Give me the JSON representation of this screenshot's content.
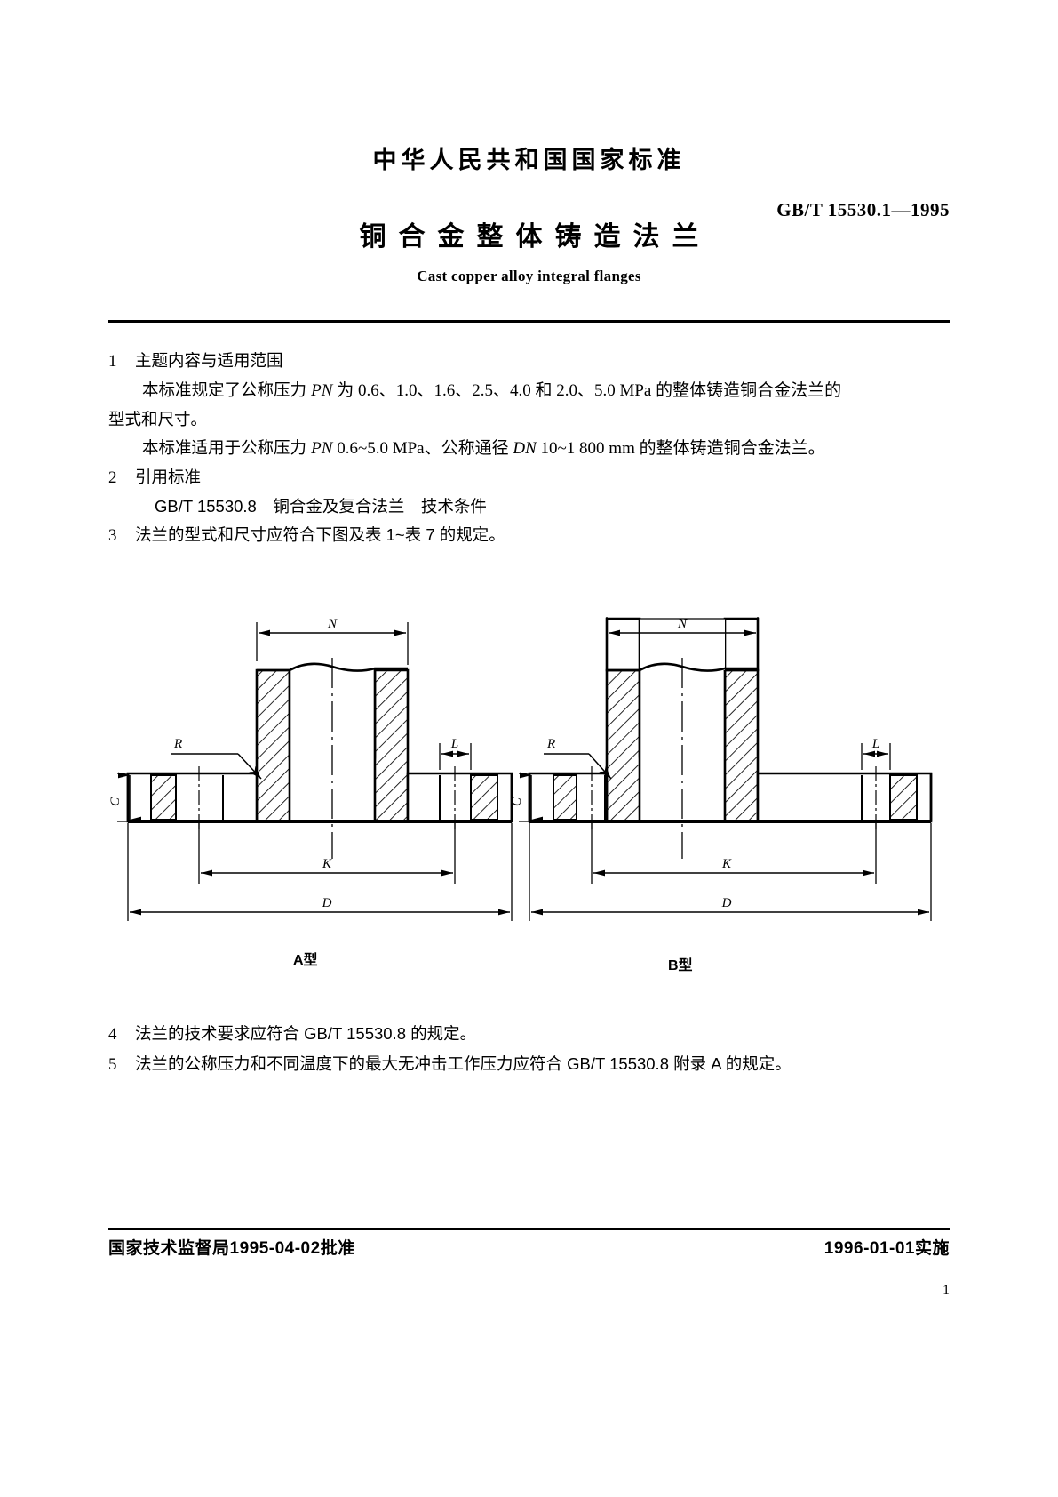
{
  "header": {
    "national_title": "中华人民共和国国家标准",
    "standard_number": "GB/T 15530.1—1995",
    "title_cn": "铜合金整体铸造法兰",
    "title_en": "Cast copper alloy integral flanges"
  },
  "clauses": {
    "c1_num": "1",
    "c1_title": "主题内容与适用范围",
    "c1_p1_a": "本标准规定了公称压力 ",
    "c1_p1_pn": "PN",
    "c1_p1_b": " 为 0.6、1.0、1.6、2.5、4.0 和 2.0、5.0 MPa 的整体铸造铜合金法兰的",
    "c1_p1_c": "型式和尺寸。",
    "c1_p2_a": "本标准适用于公称压力 ",
    "c1_p2_pn": "PN",
    "c1_p2_b": " 0.6~5.0 MPa、公称通径 ",
    "c1_p2_dn": "DN",
    "c1_p2_c": " 10~1 800 mm 的整体铸造铜合金法兰。",
    "c2_num": "2",
    "c2_title": "引用标准",
    "c2_ref": "GB/T 15530.8　铜合金及复合法兰　技术条件",
    "c3_num": "3",
    "c3_text": "法兰的型式和尺寸应符合下图及表 1~表 7 的规定。",
    "c4_num": "4",
    "c4_text": "法兰的技术要求应符合 GB/T 15530.8 的规定。",
    "c5_num": "5",
    "c5_text": "法兰的公称压力和不同温度下的最大无冲击工作压力应符合 GB/T 15530.8 附录 A 的规定。"
  },
  "figure": {
    "caption_a": "A型",
    "caption_b": "B型",
    "dim_N": "N",
    "dim_L": "L",
    "dim_R": "R",
    "dim_C": "C",
    "dim_K": "K",
    "dim_D": "D"
  },
  "footer": {
    "approval": "国家技术监督局1995-04-02批准",
    "effective": "1996-01-01实施",
    "page_number": "1"
  },
  "colors": {
    "ink": "#000000",
    "paper": "#ffffff"
  }
}
